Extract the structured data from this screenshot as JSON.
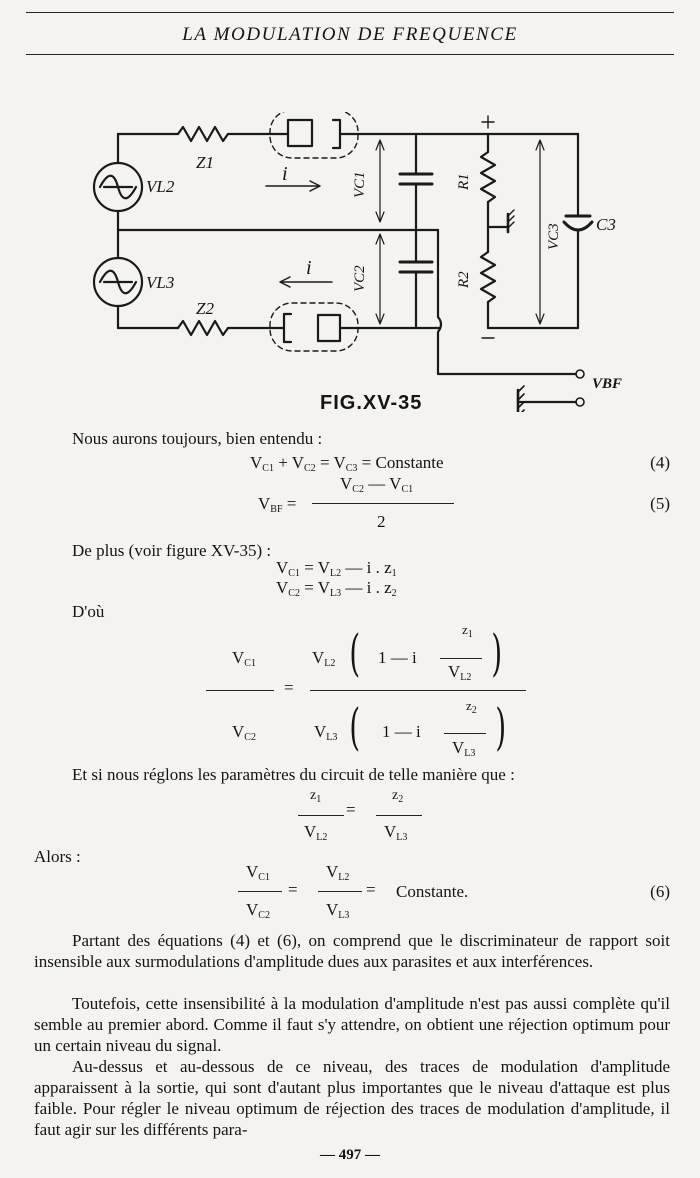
{
  "header": {
    "running_head": "LA MODULATION DE FREQUENCE"
  },
  "figure": {
    "caption": "FIG.XV-35",
    "labels": {
      "vl2": "VL2",
      "vl3": "VL3",
      "z1": "Z1",
      "z2": "Z2",
      "i_top": "i",
      "i_bottom": "i",
      "vc1": "VC1",
      "vc2": "VC2",
      "vc3": "VC3",
      "r1": "R1",
      "r2": "R2",
      "c3": "C3",
      "vbf": "VBF",
      "plus": "+",
      "minus": "−"
    }
  },
  "body": {
    "intro": "Nous aurons toujours, bien entendu :",
    "eq4": {
      "lhs": "V",
      "terms": [
        "C1",
        "C2",
        "C3"
      ],
      "rhs": "Constante",
      "num": "(4)"
    },
    "eq5": {
      "lhs": "V",
      "lhs_sub": "BF",
      "numerator": "VC2 — VC1",
      "denominator": "2",
      "num": "(5)"
    },
    "deplus": "De plus (voir figure XV-35) :",
    "sys1": "VC1 = VL2 — i . z1",
    "sys2": "VC2 = VL3 — i . z2",
    "dou": "D'où",
    "et_si": "Et si nous réglons les paramètres du circuit de telle manière que :",
    "alors": "Alors :",
    "eq6": {
      "rhs": "Constante.",
      "num": "(6)"
    },
    "p1": "Partant des équations (4) et (6), on comprend que le discriminateur de rapport soit insensible aux surmodulations d'amplitude dues aux parasites et aux interférences.",
    "p2": "Toutefois, cette insensibilité à la modulation d'amplitude n'est pas aussi complète qu'il semble au premier abord. Comme il faut s'y attendre, on obtient une réjection optimum pour un certain niveau du signal.",
    "p3": "Au-dessus et au-dessous de ce niveau, des traces de modulation d'amplitude apparaissent à la sortie, qui sont d'autant plus importantes que le niveau d'attaque est plus faible. Pour régler le niveau optimum de réjection des traces de modulation d'amplitude, il faut agir sur les différents para-"
  },
  "footer": {
    "page_number": "— 497 —"
  }
}
